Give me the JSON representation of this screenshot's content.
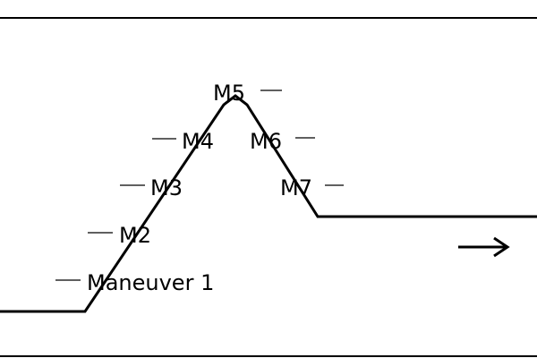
{
  "labels": {
    "m1": "Maneuver 1",
    "m2": "M2",
    "m3": "M3",
    "m4": "M4",
    "m5": "M5",
    "m6": "M6",
    "m7": "M7"
  },
  "icons": {
    "direction": "arrow-right-icon"
  }
}
